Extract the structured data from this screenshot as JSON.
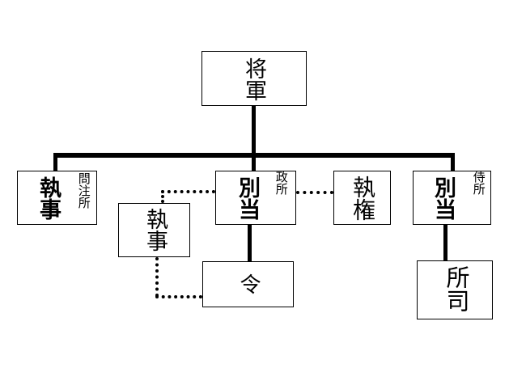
{
  "nodes": {
    "shogun": {
      "main": "将軍"
    },
    "monchujo": {
      "main": "執事",
      "sub": "問注所"
    },
    "mandokoro": {
      "main": "別当",
      "sub": "政所"
    },
    "mandokoro_shitsuji": {
      "main": "執事"
    },
    "rei": {
      "main": "令"
    },
    "shikken": {
      "main": "執権"
    },
    "samuraidokoro": {
      "main": "別当",
      "sub": "侍所"
    },
    "shoshi": {
      "main": "所司"
    }
  }
}
